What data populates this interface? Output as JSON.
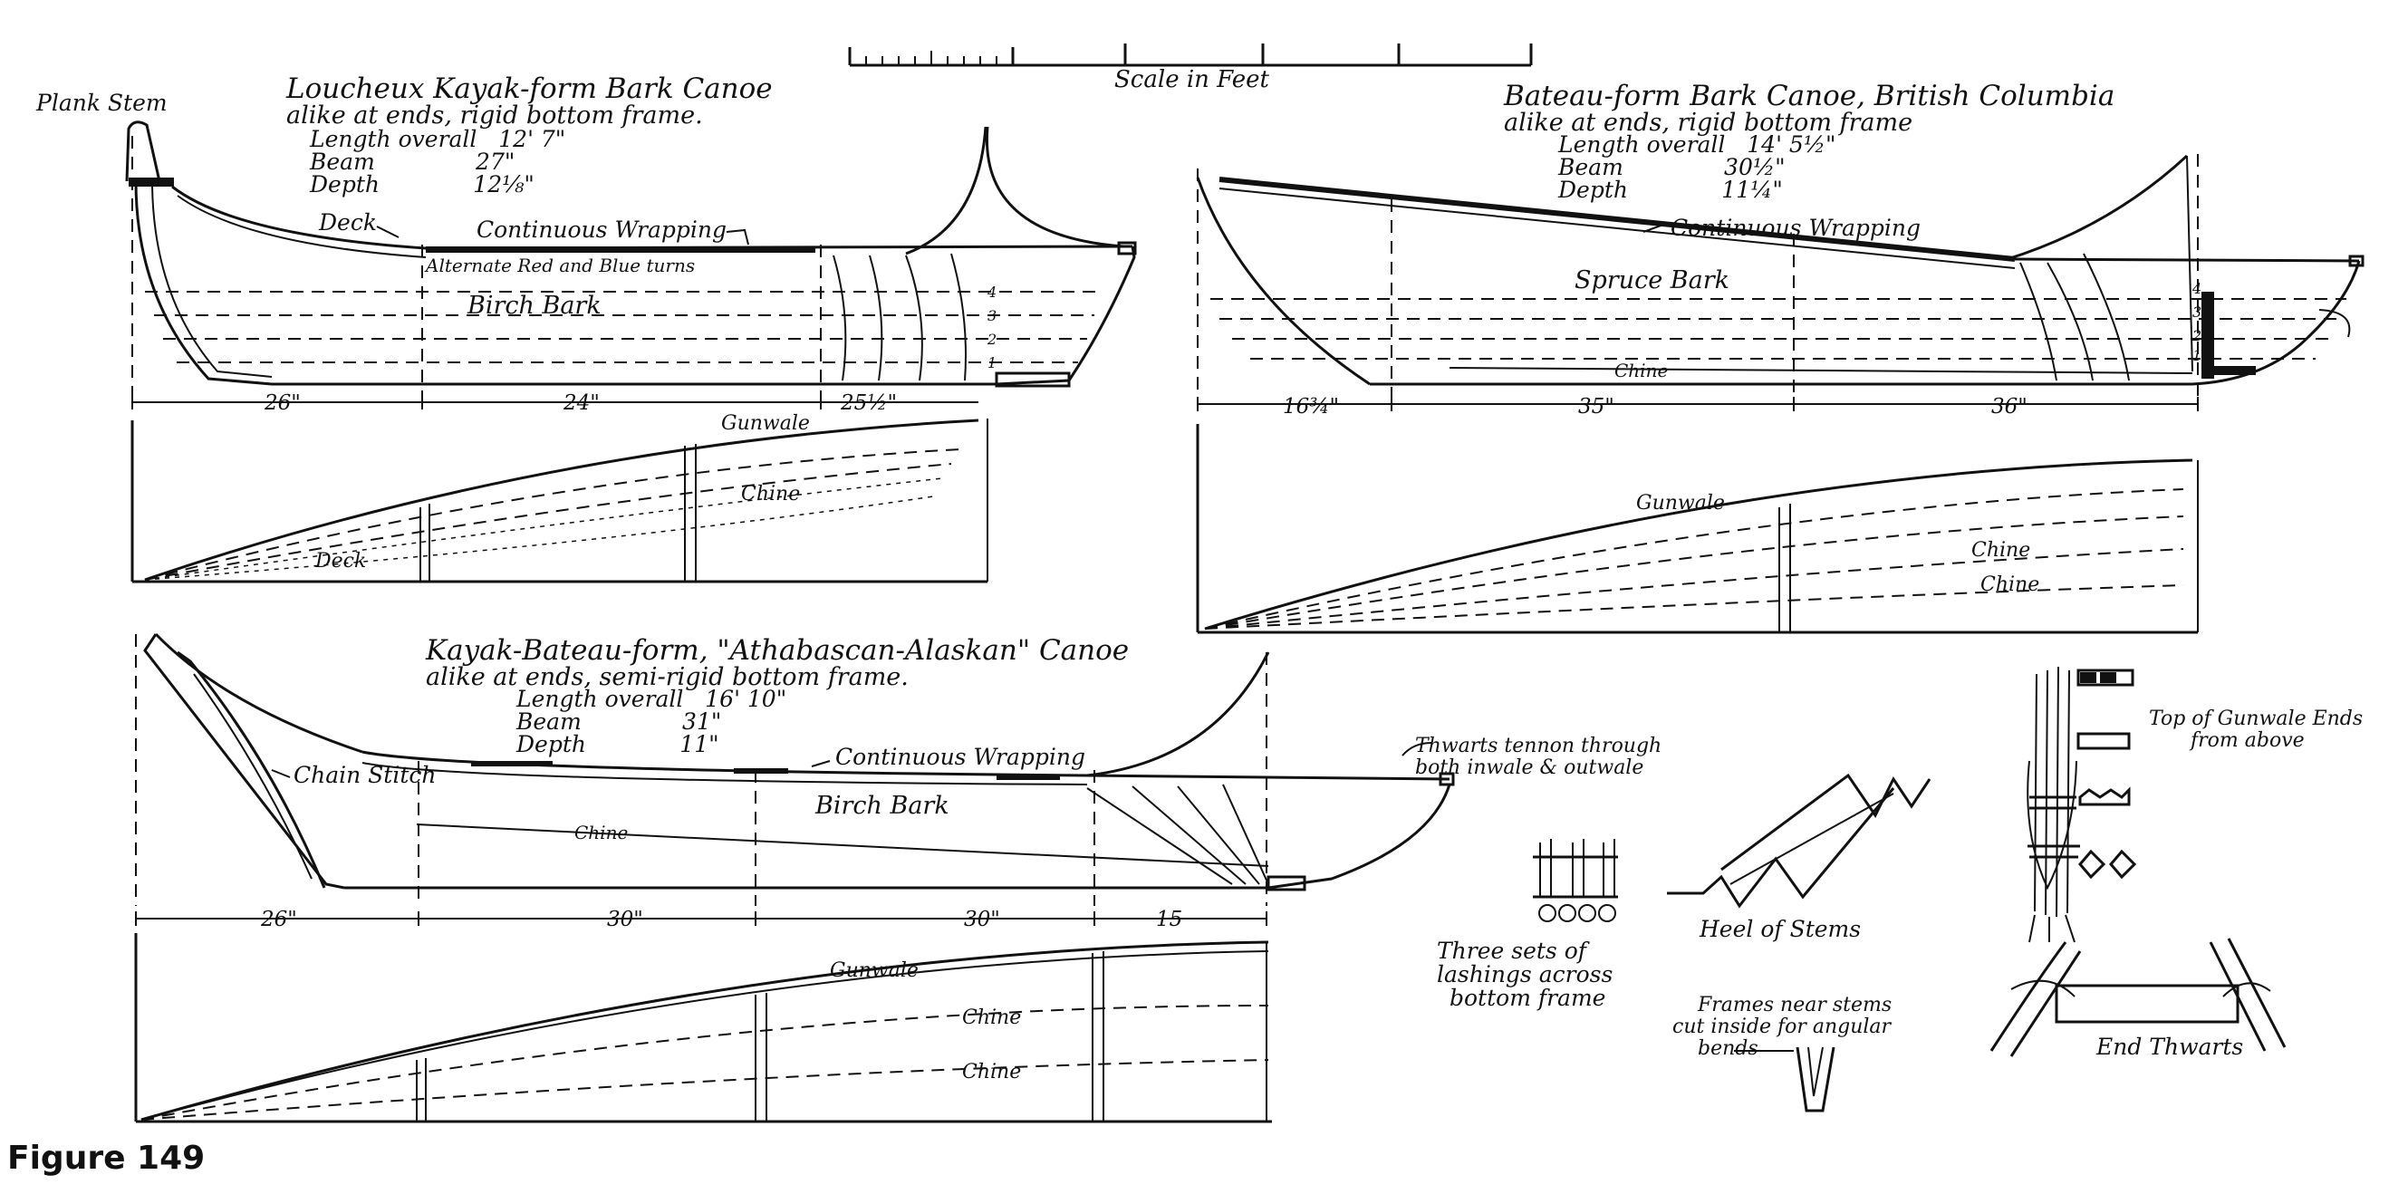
{
  "figure_label": "Figure 149",
  "scale": {
    "label": "Scale in Feet"
  },
  "canoe_loucheux": {
    "title": "Loucheux Kayak-form Bark Canoe",
    "subtitle": "alike at ends, rigid bottom frame.",
    "length": "Length overall   12' 7\"",
    "beam": "Beam              27\"",
    "depth": "Depth             12⅛\"",
    "plank_stem": "Plank Stem",
    "deck": "Deck",
    "wrapping": "Continuous Wrapping",
    "turns": "Alternate Red and Blue turns",
    "bark": "Birch Bark",
    "dims": [
      "26\"",
      "24\"",
      "25½\""
    ],
    "gunwale": "Gunwale",
    "chine": "Chine",
    "deck_plan": "Deck",
    "waterlines": [
      "4",
      "3",
      "2",
      "1"
    ]
  },
  "canoe_bateau_bc": {
    "title": "Bateau-form Bark Canoe, British Columbia",
    "subtitle": "alike at ends, rigid bottom frame",
    "length": "Length overall   14' 5½\"",
    "beam": "Beam              30½\"",
    "depth": "Depth             11¼\"",
    "wrapping": "Continuous Wrapping",
    "bark": "Spruce Bark",
    "chine": "Chine",
    "dims": [
      "16¾\"",
      "35\"",
      "36\""
    ],
    "gunwale": "Gunwale",
    "chine_a": "Chine",
    "chine_b": "Chine",
    "waterlines": [
      "4",
      "3",
      "2",
      "1"
    ]
  },
  "canoe_athabascan": {
    "title": "Kayak-Bateau-form, \"Athabascan-Alaskan\" Canoe",
    "subtitle": "alike at ends, semi-rigid bottom frame.",
    "length": "Length overall   16' 10\"",
    "beam": "Beam              31\"",
    "depth": "Depth             11\"",
    "chain_stitch": "Chain Stitch",
    "wrapping": "Continuous Wrapping",
    "bark": "Birch Bark",
    "chine": "Chine",
    "dims": [
      "26\"",
      "30\"",
      "30\"",
      "15"
    ],
    "gunwale": "Gunwale",
    "chine_a": "Chine",
    "chine_b": "Chine",
    "thwart_note": [
      "Thwarts tennon through",
      "both inwale & outwale"
    ]
  },
  "details": {
    "lashings": [
      "Three sets of",
      "lashings across",
      "bottom frame"
    ],
    "heel": "Heel of Stems",
    "frames_note": [
      "Frames near stems",
      "cut inside for angular",
      "bends"
    ],
    "gunwale_ends": [
      "Top of Gunwale Ends",
      "from above"
    ],
    "end_thwarts": "End Thwarts"
  }
}
